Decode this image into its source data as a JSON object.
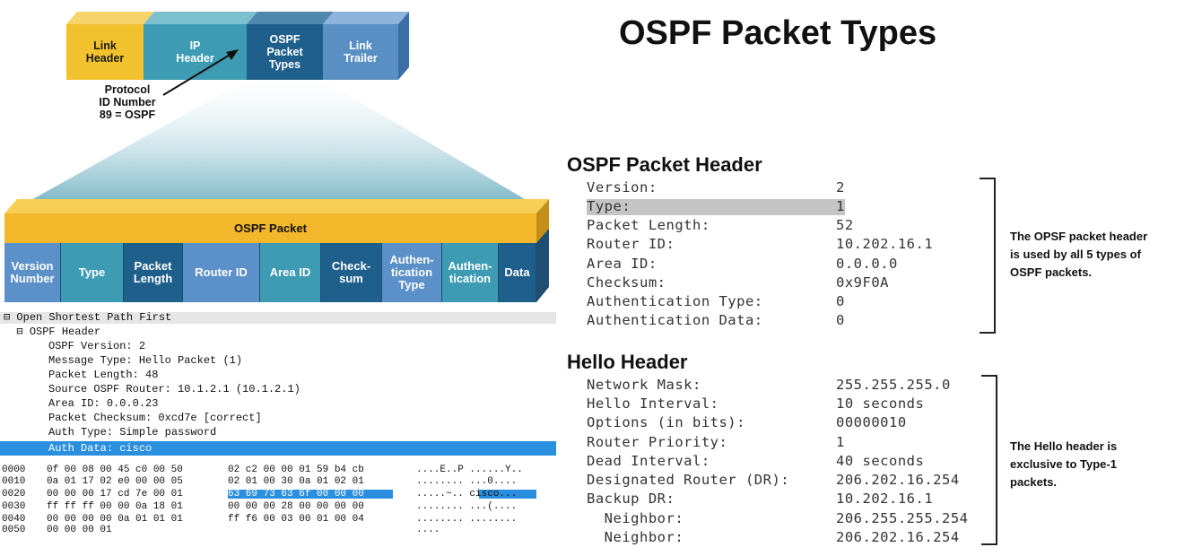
{
  "title": "OSPF Packet Types",
  "frame": {
    "segments": [
      {
        "label": "Link\nHeader",
        "color": "#f2c12e"
      },
      {
        "label": "IP\nHeader",
        "color": "#3d9bb3"
      },
      {
        "label": "OSPF\nPacket\nTypes",
        "color": "#1f5f8b"
      },
      {
        "label": "Link\nTrailer",
        "color": "#5a8fc4"
      }
    ],
    "callout": "Protocol\nID Number\n89 = OSPF"
  },
  "ospf_packet": {
    "label": "OSPF Packet",
    "fields": [
      "Version\nNumber",
      "Type",
      "Packet\nLength",
      "Router ID",
      "Area ID",
      "Check-\nsum",
      "Authen-\ntication\nType",
      "Authen-\ntication",
      "Data"
    ]
  },
  "wireshark": {
    "tree": [
      "⊟ Open Shortest Path First",
      "  ⊟ OSPF Header",
      "     OSPF Version: 2",
      "     Message Type: Hello Packet (1)",
      "     Packet Length: 48",
      "     Source OSPF Router: 10.1.2.1 (10.1.2.1)",
      "     Area ID: 0.0.0.23",
      "     Packet Checksum: 0xcd7e [correct]",
      "     Auth Type: Simple password"
    ],
    "selected": "     Auth Data: cisco",
    "hex_rows": [
      {
        "off": "0000",
        "a": "0f 00 08 00 45 c0 00 50",
        "b": "02 c2 00 00 01 59 b4 cb",
        "ascii": "....E..P ......Y.."
      },
      {
        "off": "0010",
        "a": "0a 01 17 02 e0 00 00 05",
        "b": "02 01 00 30 0a 01 02 01",
        "ascii": "........ ...0...."
      },
      {
        "off": "0020",
        "a": "00 00 00 17 cd 7e 00 01",
        "b": "63 69 73 63 6f 00 00 00",
        "ascii": ".....~.. cisco..."
      },
      {
        "off": "0030",
        "a": "ff ff ff 00 00 0a 18 01",
        "b": "00 00 00 28 00 00 00 00",
        "ascii": "........ ...(...."
      },
      {
        "off": "0040",
        "a": "00 00 00 00 0a 01 01 01",
        "b": "ff f6 00 03 00 01 00 04",
        "ascii": "........ ........"
      },
      {
        "off": "0050",
        "a": "00 00 00 01",
        "b": "",
        "ascii": "...."
      }
    ]
  },
  "packet_header": {
    "heading": "OSPF Packet Header",
    "rows": [
      {
        "name": "Version:",
        "value": "2"
      },
      {
        "name": "Type:",
        "value": "1"
      },
      {
        "name": "Packet Length:",
        "value": "52"
      },
      {
        "name": "Router ID:",
        "value": "10.202.16.1"
      },
      {
        "name": "Area ID:",
        "value": "0.0.0.0"
      },
      {
        "name": "Checksum:",
        "value": "0x9F0A"
      },
      {
        "name": "Authentication Type:",
        "value": "0"
      },
      {
        "name": "Authentication Data:",
        "value": "0"
      }
    ],
    "note": "The OPSF packet header\nis used by all 5 types of\nOSPF packets."
  },
  "hello_header": {
    "heading": "Hello Header",
    "rows": [
      {
        "name": "Network Mask:",
        "value": "255.255.255.0"
      },
      {
        "name": "Hello Interval:",
        "value": "10 seconds"
      },
      {
        "name": "Options (in bits):",
        "value": "00000010"
      },
      {
        "name": "Router Priority:",
        "value": "1"
      },
      {
        "name": "Dead Interval:",
        "value": "40 seconds"
      },
      {
        "name": "Designated Router (DR):",
        "value": "206.202.16.254"
      },
      {
        "name": "Backup DR:",
        "value": "10.202.16.1"
      },
      {
        "name": "  Neighbor:",
        "value": "206.255.255.254"
      },
      {
        "name": "  Neighbor:",
        "value": "206.202.16.254"
      }
    ],
    "note": "The Hello header is\nexclusive to Type-1\npackets."
  }
}
